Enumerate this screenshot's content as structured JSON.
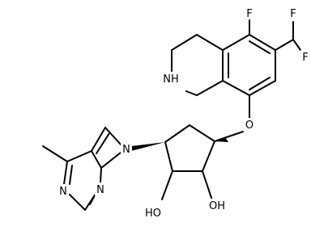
{
  "molecule": {
    "atoms": {
      "F_top": "F",
      "F_side1": "F",
      "F_side2": "F",
      "NH": "NH",
      "O": "O",
      "N_pyrrole": "N",
      "N_ring1": "N",
      "N_ring2": "N",
      "HO_left": "HO",
      "OH_right": "OH"
    }
  }
}
